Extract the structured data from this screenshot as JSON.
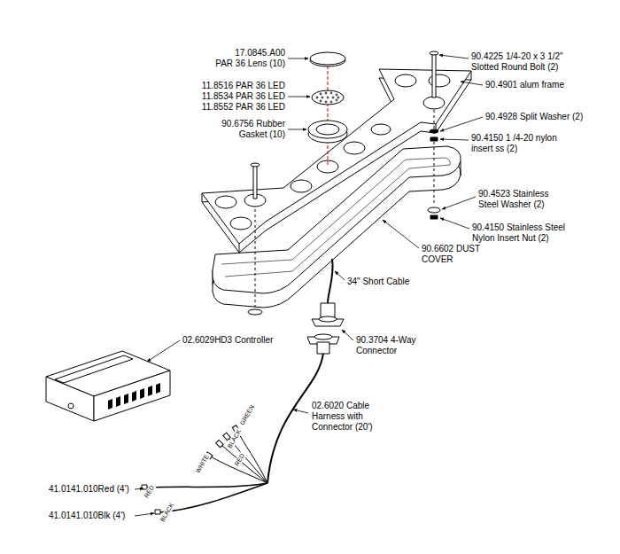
{
  "diagram": {
    "labels": [
      "17.0845.A00",
      "PAR 36 Lens (10)",
      "11.8516 PAR 36 LED",
      "11.8534 PAR 36 LED",
      "11.8552 PAR 36 LED",
      "90.6756 Rubber",
      "Gasket (10)",
      "90.4225 1/4-20 x 3 1/2\"",
      "Slotted Round Bolt (2)",
      "90.4901 alum frame",
      "90.4928 Split Washer (2)",
      "90.4150 1 /4-20 nylon",
      "insert ss (2)",
      "90.4523 Stainless",
      "Steel Washer (2)",
      "90.4150 Stainless Steel",
      "Nylon Insert Nut (2)",
      "90.6602 DUST",
      "COVER",
      "34\" Short Cable",
      "02.6029HD3 Controller",
      "90.3704 4-Way",
      "Connector",
      "02.6020 Cable",
      "Harness with",
      "Connector (20')",
      "GREEN",
      "BLACK",
      "RED",
      "WHITE",
      "RED",
      "BLACK",
      "41.0141.010Red (4')",
      "41.0141.010Blk (4')"
    ]
  }
}
